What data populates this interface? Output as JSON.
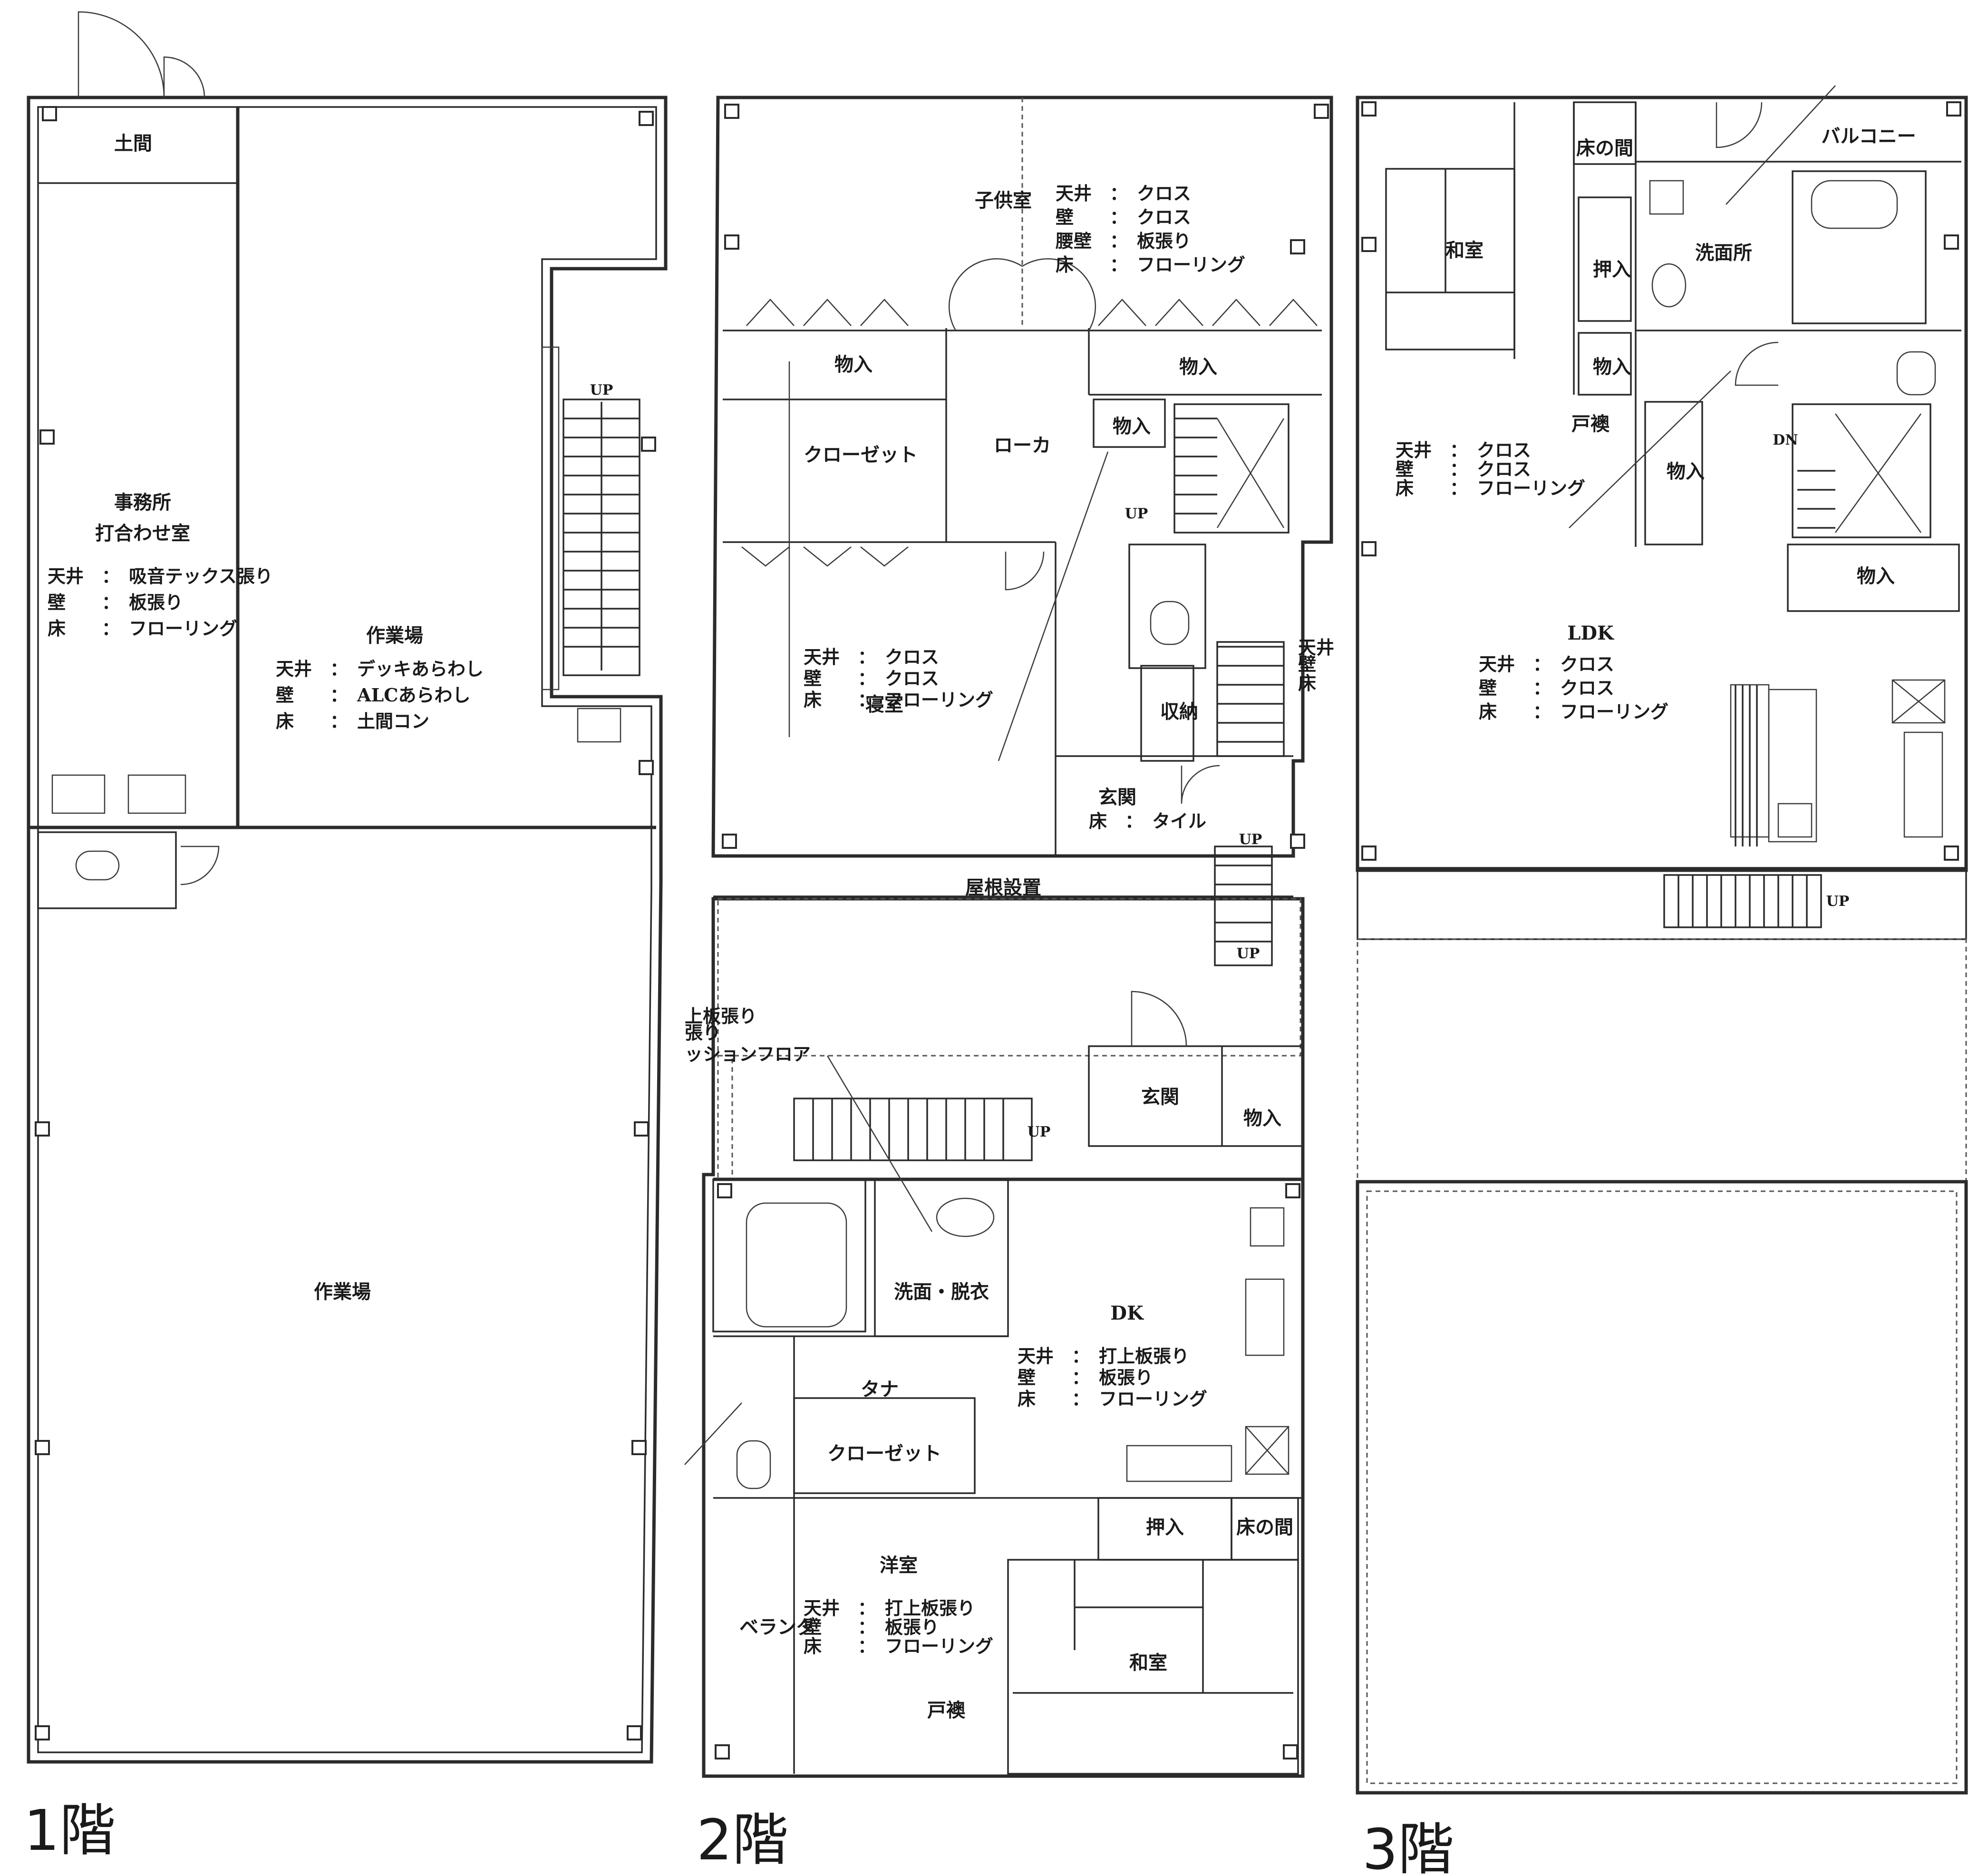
{
  "floors": {
    "f1": {
      "title": "1階",
      "rooms": {
        "doma": "土間",
        "office_1": "事務所",
        "office_2": "打合わせ室",
        "workshop_upper": "作業場",
        "workshop_lower": "作業場"
      },
      "office_spec": [
        "天井　：　吸音テックス張り",
        "壁　　：　板張り",
        "床　　：　フローリング"
      ],
      "workshop_spec": [
        "天井　：　デッキあらわし",
        "壁　　：　ALCあらわし",
        "床　　：　土間コン"
      ],
      "stair_up": "UP"
    },
    "f2": {
      "title": "2階",
      "rooms": {
        "kids": "子供室",
        "storage_left": "物入",
        "storage_right": "物入",
        "storage_mid": "物入",
        "closet": "クローゼット",
        "hallway": "ローカ",
        "bedroom": "寝室",
        "shuno": "収納",
        "genkan_upper": "玄関",
        "roof_equipment": "屋根設置",
        "genkan_lower": "玄関",
        "storage_lower": "物入",
        "washroom": "洗面・脱衣",
        "dk": "DK",
        "tana": "タナ",
        "closet_lower": "クローゼット",
        "oshiire": "押入",
        "tokonoma": "床の間",
        "western": "洋室",
        "veranda": "ベランダ",
        "washitsu": "和室",
        "tobukuro": "戸襖"
      },
      "kids_spec": [
        "天井　：　クロス",
        "壁　　：　クロス",
        "腰壁　：　板張り",
        "床　　：　フローリング"
      ],
      "bedroom_spec": [
        "天井　：　クロス",
        "壁　　：　クロス",
        "床　　：　フローリング"
      ],
      "genkan_spec": "床　：　タイル",
      "right_note": [
        "天井",
        "壁",
        "床"
      ],
      "left_note": [
        "上板張り",
        "張り",
        "ッションフロア"
      ],
      "dk_spec": [
        "天井　：　打上板張り",
        "壁　　：　板張り",
        "床　　：　フローリング"
      ],
      "western_spec": [
        "天井　：　打上板張り",
        "壁　　：　板張り",
        "床　　：　フローリング"
      ],
      "up_1": "UP",
      "up_2": "UP",
      "up_3": "UP",
      "up_4": "UP"
    },
    "f3": {
      "title": "3階",
      "rooms": {
        "balcony": "バルコニー",
        "tokonoma": "床の間",
        "washitsu": "和室",
        "oshiire": "押入",
        "senmenjo": "洗面所",
        "storage_1": "物入",
        "tobukuro": "戸襖",
        "storage_2": "物入",
        "storage_3": "物入",
        "ldk": "LDK"
      },
      "hall_spec": [
        "天井　：　クロス",
        "壁　　：　クロス",
        "床　　：　フローリング"
      ],
      "ldk_spec": [
        "天井　：　クロス",
        "壁　　：　クロス",
        "床　　：　フローリング"
      ],
      "dn": "DN",
      "up": "UP"
    }
  }
}
